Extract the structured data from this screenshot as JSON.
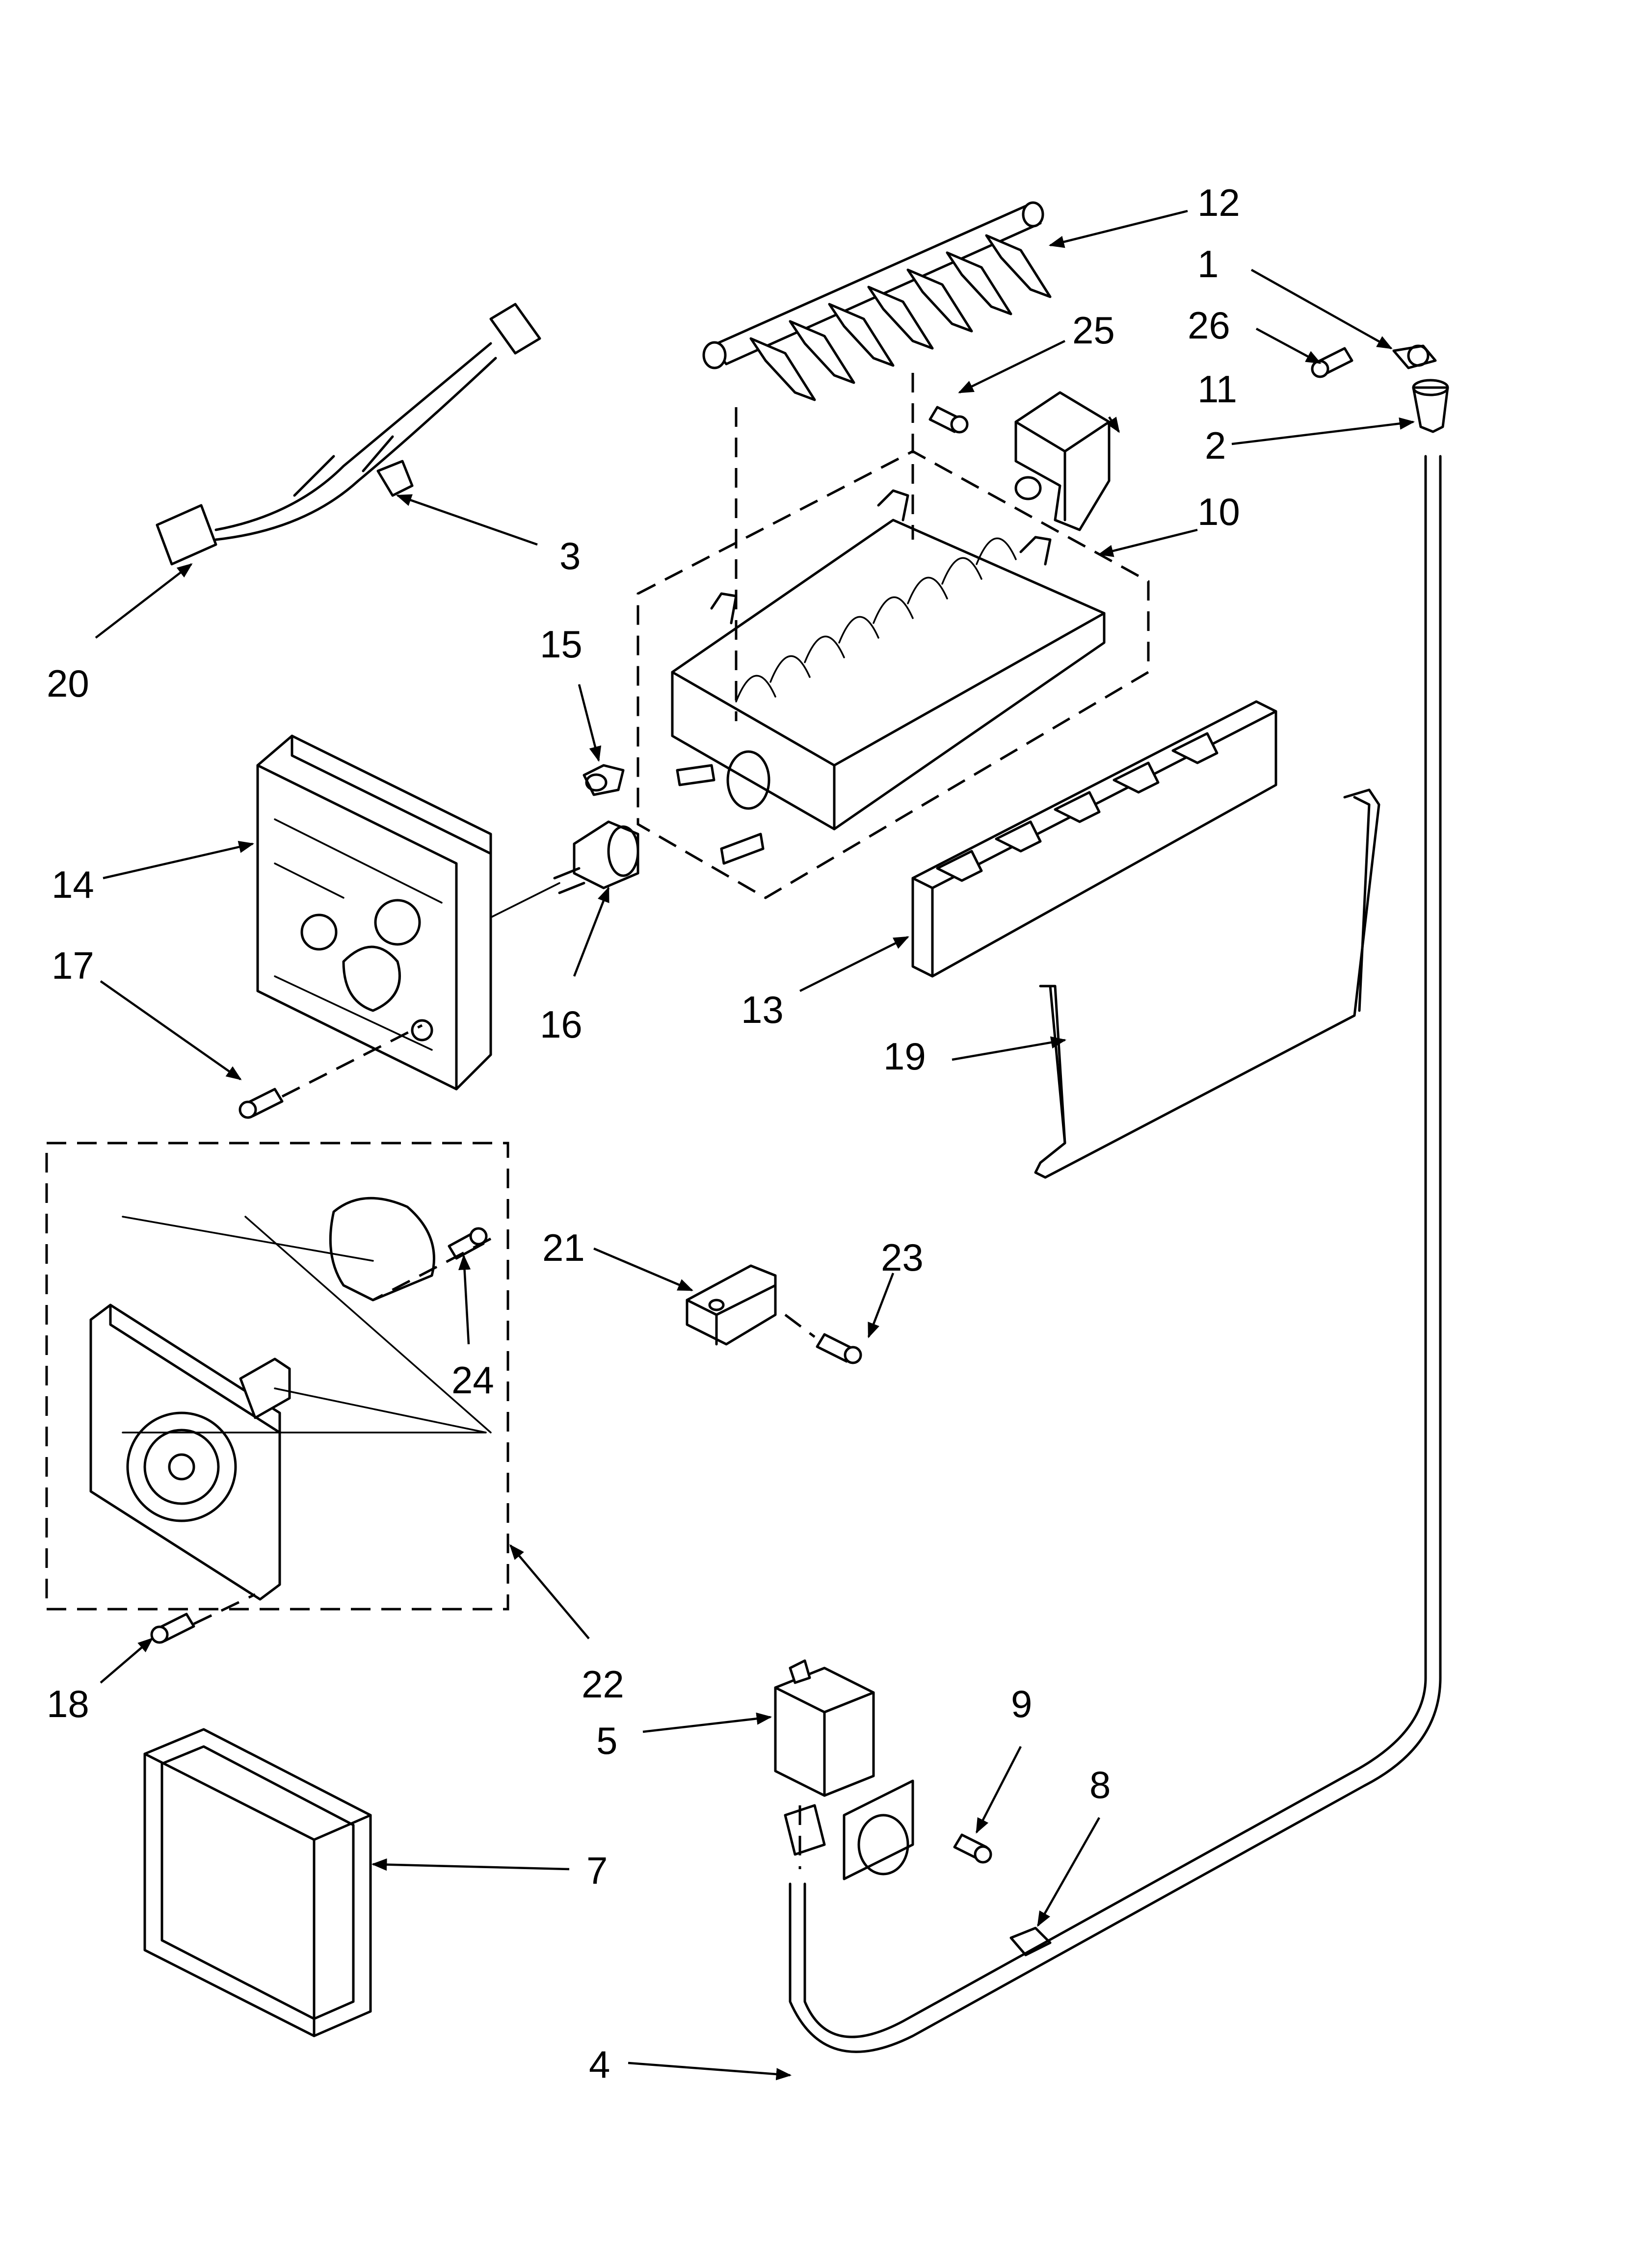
{
  "callouts": [
    {
      "id": "1",
      "label": "1"
    },
    {
      "id": "2",
      "label": "2"
    },
    {
      "id": "3",
      "label": "3"
    },
    {
      "id": "4",
      "label": "4"
    },
    {
      "id": "5",
      "label": "5"
    },
    {
      "id": "7",
      "label": "7"
    },
    {
      "id": "8",
      "label": "8"
    },
    {
      "id": "9",
      "label": "9"
    },
    {
      "id": "10",
      "label": "10"
    },
    {
      "id": "11",
      "label": "11"
    },
    {
      "id": "12",
      "label": "12"
    },
    {
      "id": "13",
      "label": "13"
    },
    {
      "id": "14",
      "label": "14"
    },
    {
      "id": "15",
      "label": "15"
    },
    {
      "id": "16",
      "label": "16"
    },
    {
      "id": "17",
      "label": "17"
    },
    {
      "id": "18",
      "label": "18"
    },
    {
      "id": "19",
      "label": "19"
    },
    {
      "id": "20",
      "label": "20"
    },
    {
      "id": "21",
      "label": "21"
    },
    {
      "id": "22",
      "label": "22"
    },
    {
      "id": "23",
      "label": "23"
    },
    {
      "id": "24",
      "label": "24"
    },
    {
      "id": "25",
      "label": "25"
    },
    {
      "id": "26",
      "label": "26"
    }
  ],
  "colors": {
    "ink": "#000000",
    "paper": "#ffffff"
  }
}
